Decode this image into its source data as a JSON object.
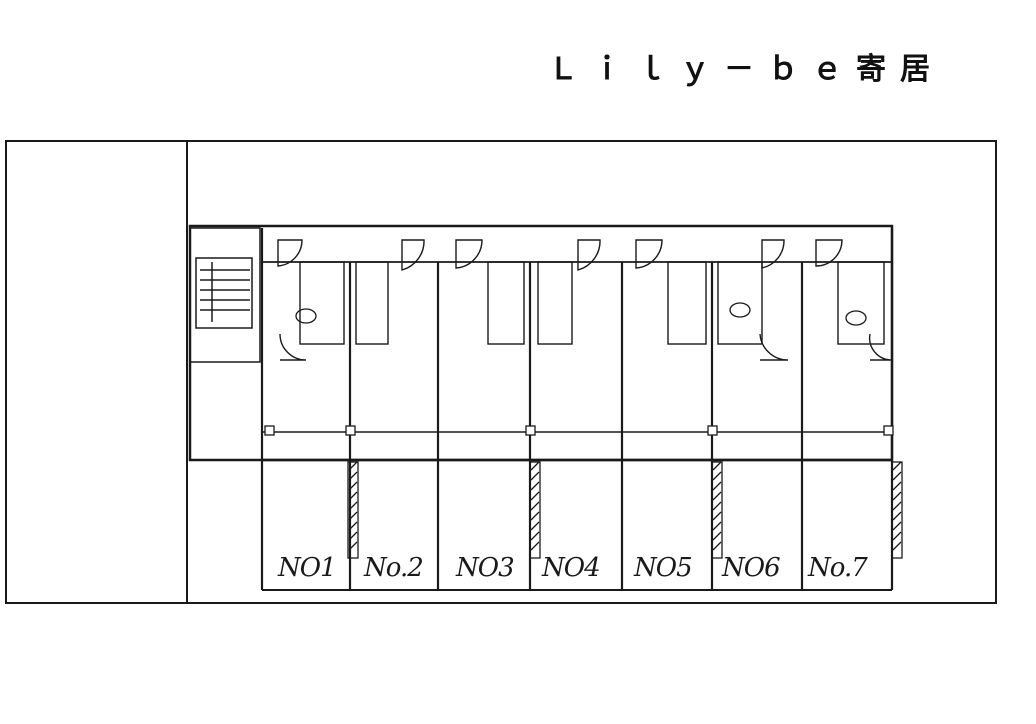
{
  "title": "Ｌｉｌｙ－ｂｅ寄居",
  "units": [
    "NO1",
    "No.2",
    "NO3",
    "NO4",
    "NO5",
    "NO6",
    "No.7"
  ]
}
